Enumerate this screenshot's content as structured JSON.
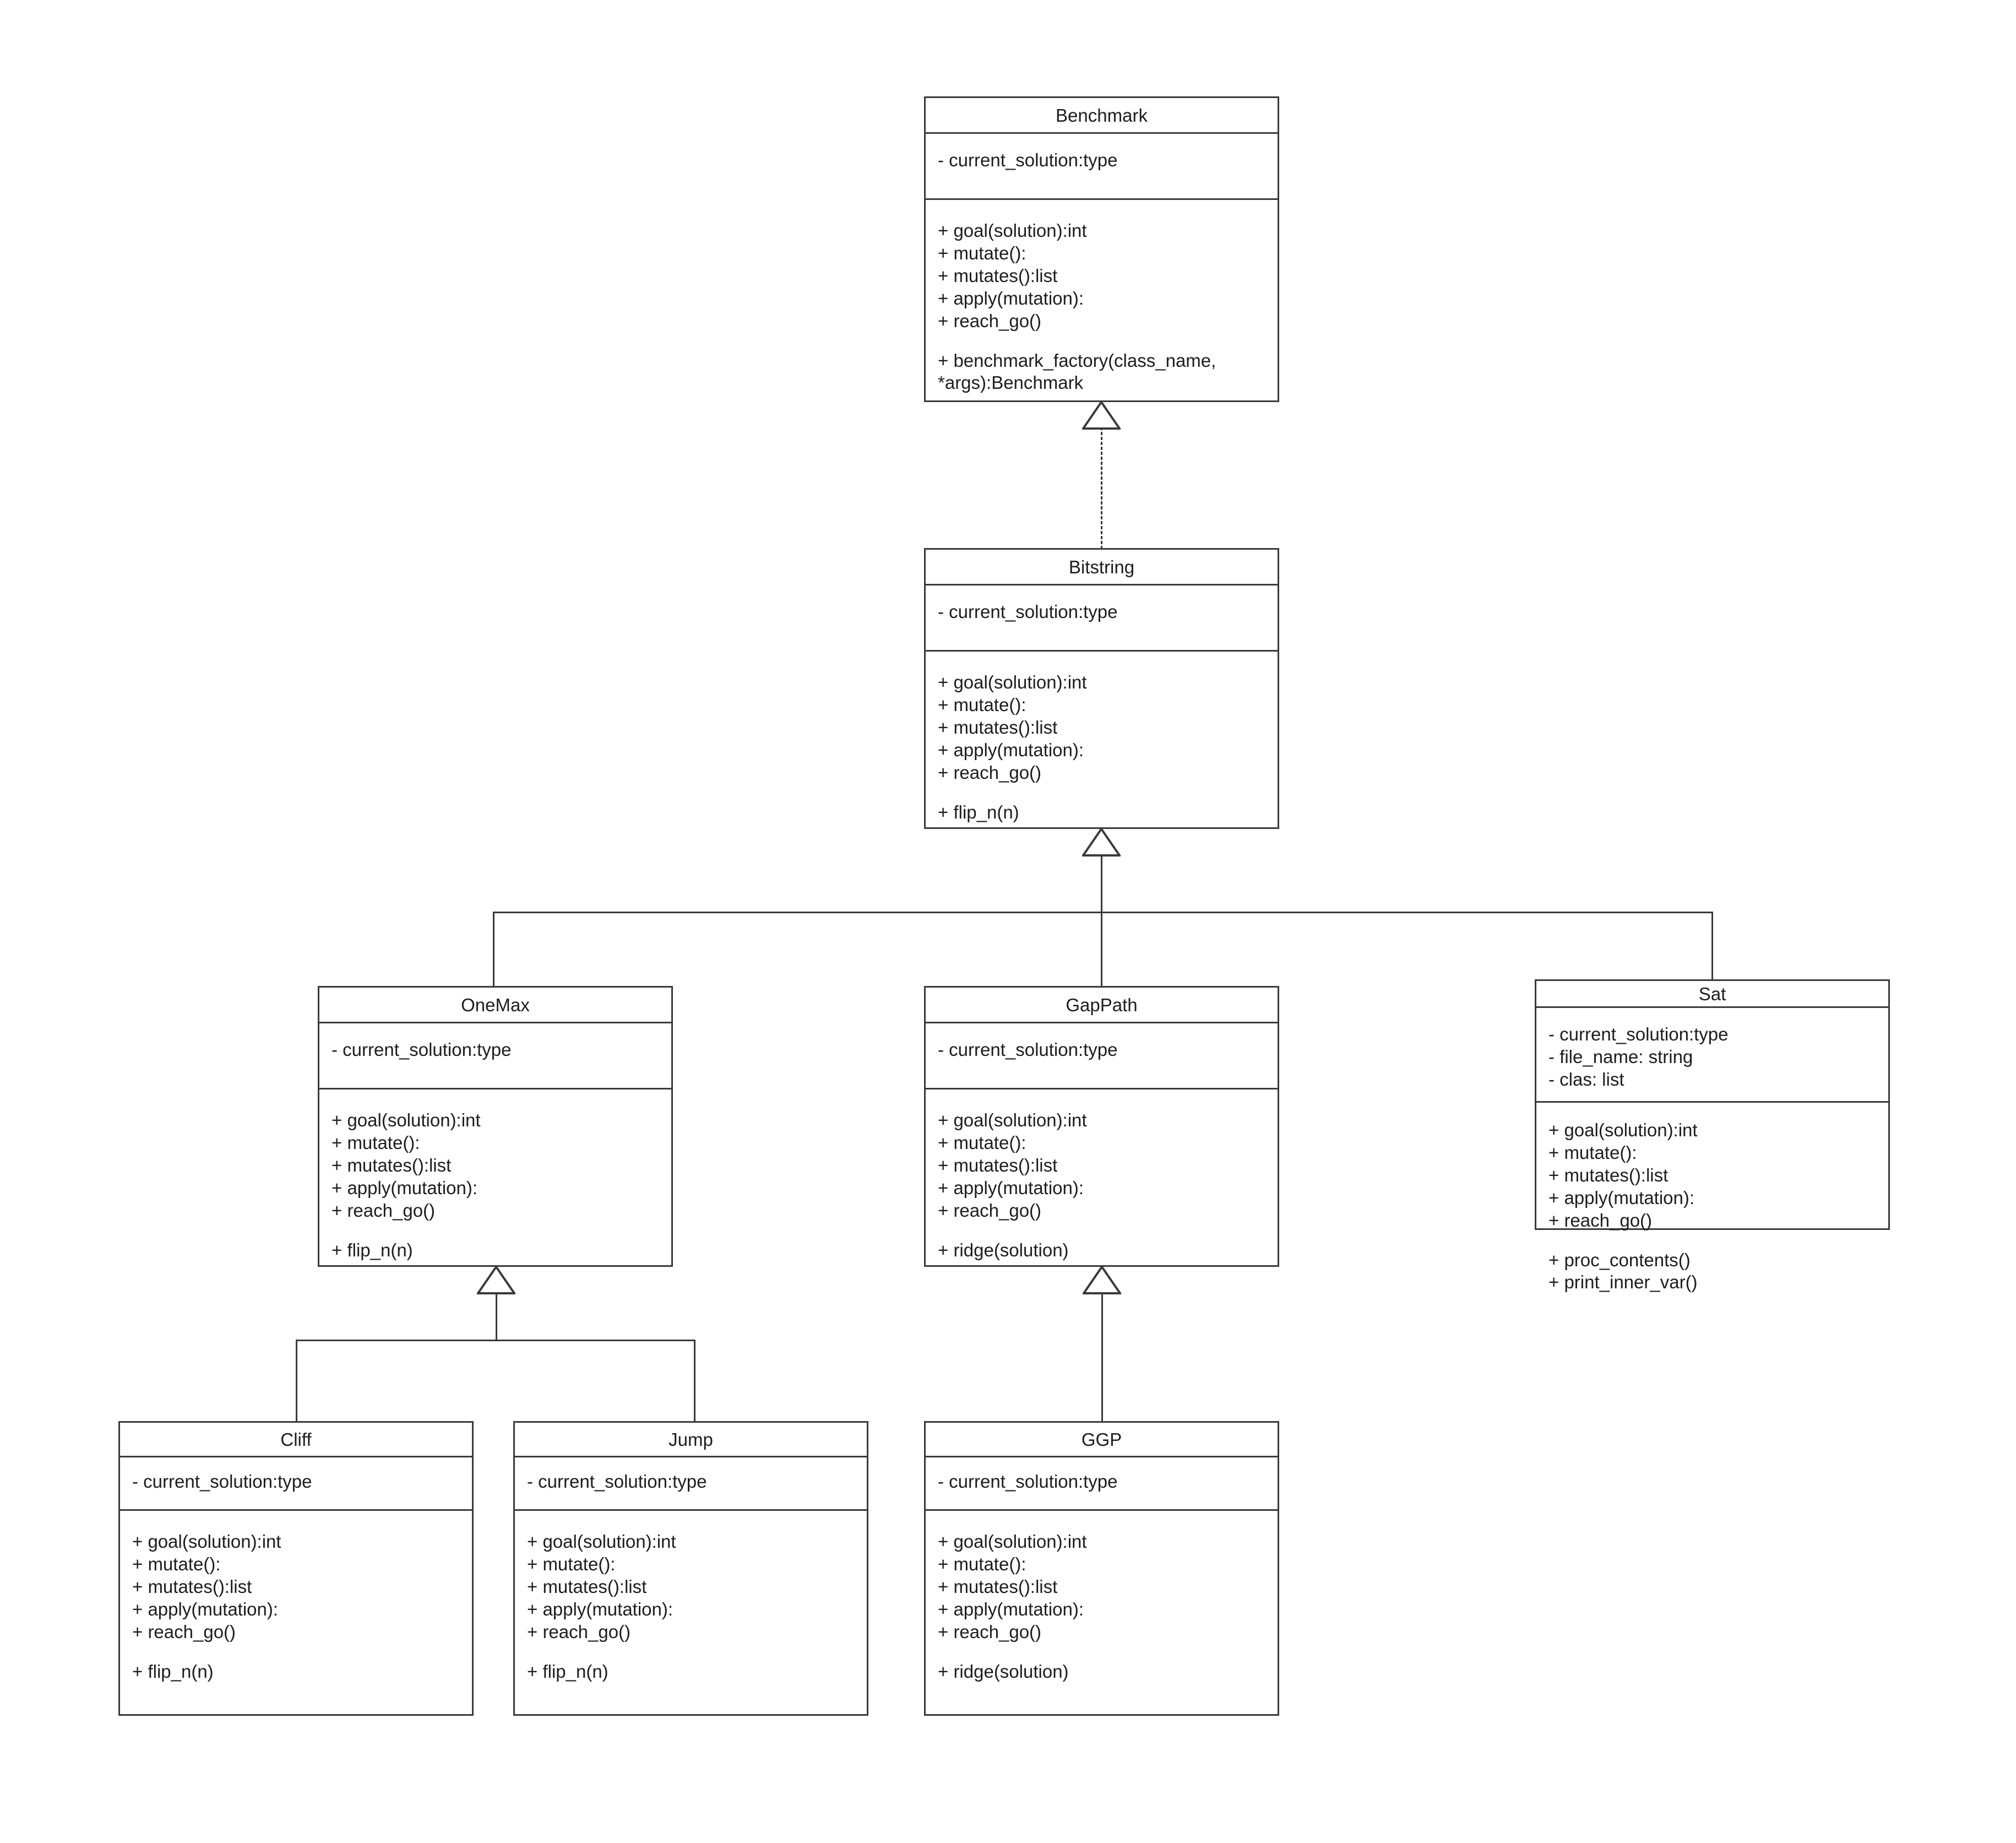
{
  "diagram": {
    "title": "Benchmark class hierarchy",
    "type": "uml-class-diagram",
    "line_color": "#3a3a3a",
    "text_color": "#1d1d1d",
    "background": "#ffffff"
  },
  "classes": {
    "benchmark": {
      "name": "Benchmark",
      "attributes": [
        "- current_solution:type"
      ],
      "methods_primary": [
        "+ goal(solution):int",
        "+ mutate():",
        "+ mutates():list",
        "+ apply(mutation):",
        "+ reach_go()"
      ],
      "methods_secondary": [
        "+ benchmark_factory(class_name, *args):Benchmark"
      ]
    },
    "bitstring": {
      "name": "Bitstring",
      "attributes": [
        "- current_solution:type"
      ],
      "methods_primary": [
        "+ goal(solution):int",
        "+ mutate():",
        "+ mutates():list",
        "+ apply(mutation):",
        "+ reach_go()"
      ],
      "methods_secondary": [
        "+ flip_n(n)"
      ]
    },
    "onemax": {
      "name": "OneMax",
      "attributes": [
        "- current_solution:type"
      ],
      "methods_primary": [
        "+ goal(solution):int",
        "+ mutate():",
        "+ mutates():list",
        "+ apply(mutation):",
        "+ reach_go()"
      ],
      "methods_secondary": [
        "+ flip_n(n)"
      ]
    },
    "gappath": {
      "name": "GapPath",
      "attributes": [
        "- current_solution:type"
      ],
      "methods_primary": [
        "+ goal(solution):int",
        "+ mutate():",
        "+ mutates():list",
        "+ apply(mutation):",
        "+ reach_go()"
      ],
      "methods_secondary": [
        "+ ridge(solution)"
      ]
    },
    "sat": {
      "name": "Sat",
      "attributes": [
        "- current_solution:type",
        "- file_name: string",
        "- clas: list"
      ],
      "methods_primary": [
        "+ goal(solution):int",
        "+ mutate():",
        "+ mutates():list",
        "+ apply(mutation):",
        "+ reach_go()"
      ],
      "methods_secondary": [
        "+ proc_contents()",
        "+ print_inner_var()"
      ]
    },
    "cliff": {
      "name": "Cliff",
      "attributes": [
        "- current_solution:type"
      ],
      "methods_primary": [
        "+ goal(solution):int",
        "+ mutate():",
        "+ mutates():list",
        "+ apply(mutation):",
        "+ reach_go()"
      ],
      "methods_secondary": [
        "+ flip_n(n)"
      ]
    },
    "jump": {
      "name": "Jump",
      "attributes": [
        "- current_solution:type"
      ],
      "methods_primary": [
        "+ goal(solution):int",
        "+ mutate():",
        "+ mutates():list",
        "+ apply(mutation):",
        "+ reach_go()"
      ],
      "methods_secondary": [
        "+ flip_n(n)"
      ]
    },
    "ggp": {
      "name": "GGP",
      "attributes": [
        "- current_solution:type"
      ],
      "methods_primary": [
        "+ goal(solution):int",
        "+ mutate():",
        "+ mutates():list",
        "+ apply(mutation):",
        "+ reach_go()"
      ],
      "methods_secondary": [
        "+ ridge(solution)"
      ]
    }
  },
  "relationships": [
    {
      "from": "Bitstring",
      "to": "Benchmark",
      "kind": "realization",
      "style": "dashed-hollow-triangle"
    },
    {
      "from": "OneMax",
      "to": "Bitstring",
      "kind": "generalization",
      "style": "solid-hollow-triangle"
    },
    {
      "from": "GapPath",
      "to": "Bitstring",
      "kind": "generalization",
      "style": "solid-hollow-triangle"
    },
    {
      "from": "Sat",
      "to": "Bitstring",
      "kind": "generalization",
      "style": "solid-hollow-triangle"
    },
    {
      "from": "Cliff",
      "to": "OneMax",
      "kind": "generalization",
      "style": "solid-hollow-triangle"
    },
    {
      "from": "Jump",
      "to": "OneMax",
      "kind": "generalization",
      "style": "solid-hollow-triangle"
    },
    {
      "from": "GGP",
      "to": "GapPath",
      "kind": "generalization",
      "style": "solid-hollow-triangle"
    }
  ]
}
